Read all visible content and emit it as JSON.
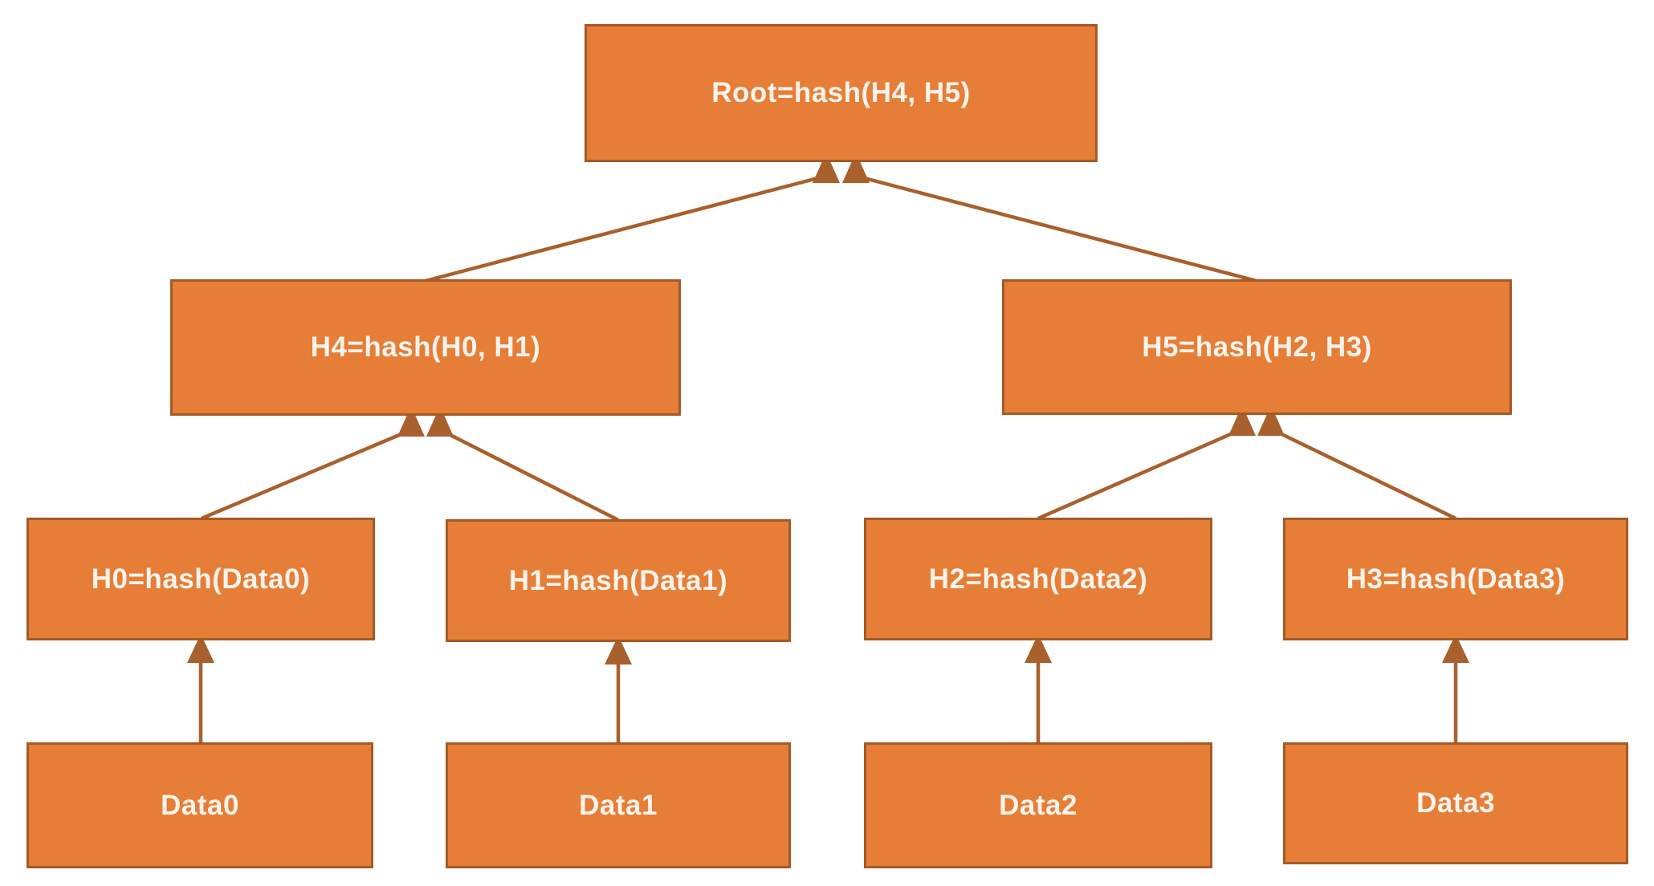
{
  "diagram": {
    "type": "merkle-tree",
    "nodes": {
      "root": {
        "label": "Root=hash(H4, H5)"
      },
      "h4": {
        "label": "H4=hash(H0, H1)"
      },
      "h5": {
        "label": "H5=hash(H2, H3)"
      },
      "h0": {
        "label": "H0=hash(Data0)"
      },
      "h1": {
        "label": "H1=hash(Data1)"
      },
      "h2": {
        "label": "H2=hash(Data2)"
      },
      "h3": {
        "label": "H3=hash(Data3)"
      },
      "data0": {
        "label": "Data0"
      },
      "data1": {
        "label": "Data1"
      },
      "data2": {
        "label": "Data2"
      },
      "data3": {
        "label": "Data3"
      }
    },
    "edges": [
      {
        "from": "h4",
        "to": "root"
      },
      {
        "from": "h5",
        "to": "root"
      },
      {
        "from": "h0",
        "to": "h4"
      },
      {
        "from": "h1",
        "to": "h4"
      },
      {
        "from": "h2",
        "to": "h5"
      },
      {
        "from": "h3",
        "to": "h5"
      },
      {
        "from": "data0",
        "to": "h0"
      },
      {
        "from": "data1",
        "to": "h1"
      },
      {
        "from": "data2",
        "to": "h2"
      },
      {
        "from": "data3",
        "to": "h3"
      }
    ]
  },
  "colors": {
    "bg": "#fefefe",
    "node-fill": "#e67e37",
    "node-border": "#a45a26",
    "node-text": "#faf3eb",
    "arrow": "#a8602c"
  }
}
